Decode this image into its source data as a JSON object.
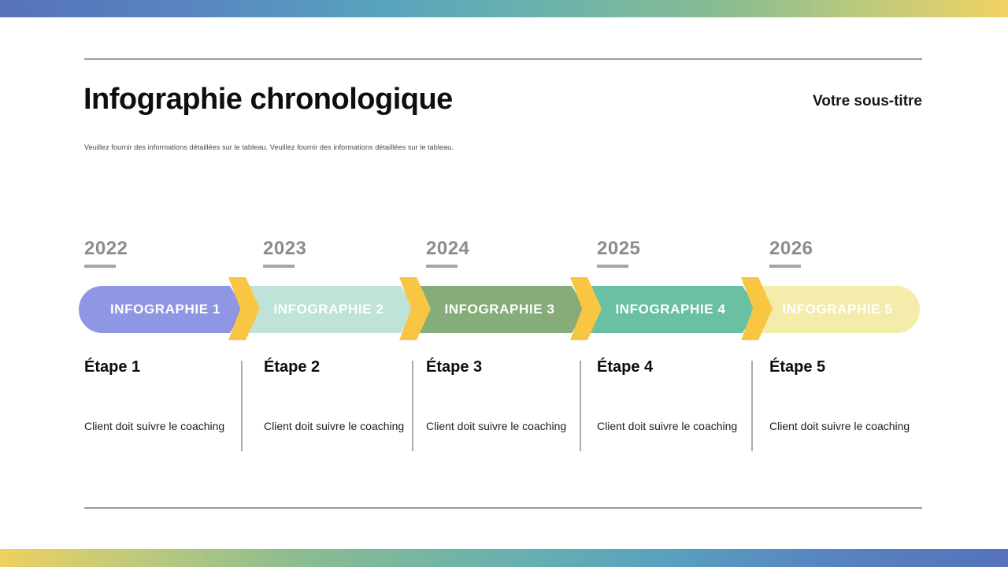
{
  "header": {
    "title": "Infographie chronologique",
    "subtitle": "Votre sous-titre",
    "description": "Veuillez fournir des informations détaillées sur le tableau. Veuillez fournir des informations détaillées sur le tableau."
  },
  "timeline": {
    "connector_color": "#f9c643",
    "milestones": [
      {
        "year": "2022",
        "label": "INFOGRAPHIE 1",
        "color": "#8f96e3"
      },
      {
        "year": "2023",
        "label": "INFOGRAPHIE 2",
        "color": "#bfe3d9"
      },
      {
        "year": "2024",
        "label": "INFOGRAPHIE 3",
        "color": "#86ac79"
      },
      {
        "year": "2025",
        "label": "INFOGRAPHIE 4",
        "color": "#6ac0a2"
      },
      {
        "year": "2026",
        "label": "INFOGRAPHIE 5",
        "color": "#f3ecaa"
      }
    ]
  },
  "steps": [
    {
      "title": "Étape 1",
      "description": "Client doit suivre le coaching"
    },
    {
      "title": "Étape 2",
      "description": "Client doit suivre le coaching"
    },
    {
      "title": "Étape 3",
      "description": "Client doit suivre le coaching"
    },
    {
      "title": "Étape 4",
      "description": "Client doit suivre le coaching"
    },
    {
      "title": "Étape 5",
      "description": "Client doit suivre le coaching"
    }
  ],
  "colors": {
    "gradient_blue": "#5672bb",
    "gradient_teal": "#58a3be",
    "gradient_green": "#8abc90",
    "gradient_yellow": "#f2d263",
    "year_gray": "#8b8c91",
    "rule_gray": "#9b9b9b"
  }
}
